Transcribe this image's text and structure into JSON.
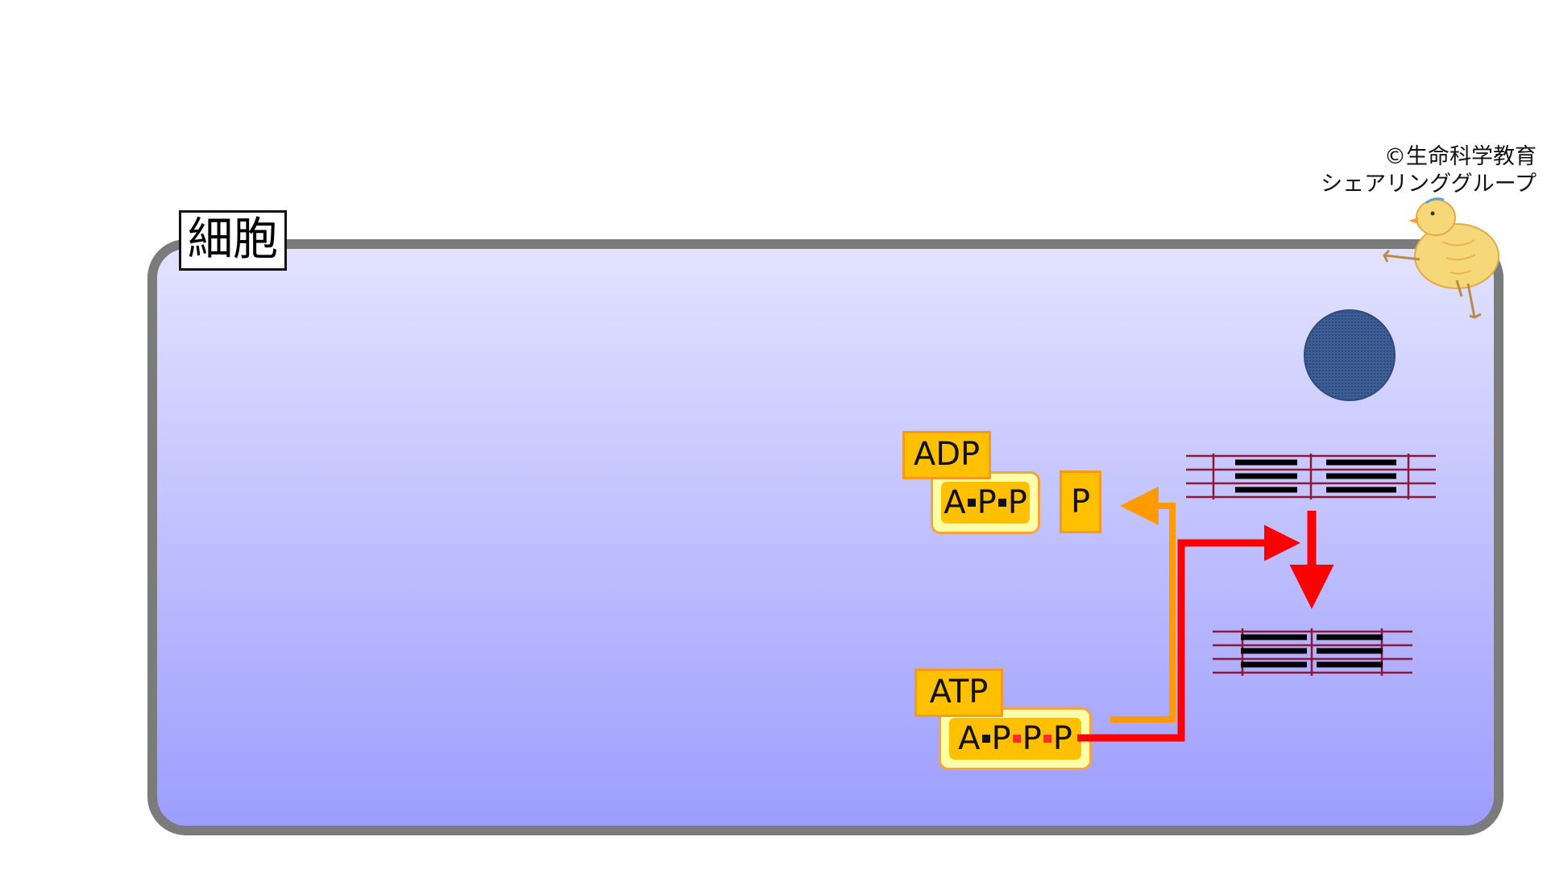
{
  "cell": {
    "label": "細胞"
  },
  "credit": {
    "line1": "©生命科学教育",
    "line2": "シェアリンググループ"
  },
  "adp": {
    "label": "ADP",
    "a": "A",
    "p1": "P",
    "p2": "P"
  },
  "atp": {
    "label": "ATP",
    "a": "A",
    "p1": "P",
    "p2": "P",
    "p3": "P"
  },
  "phosphate": {
    "label": "P"
  },
  "colors": {
    "arrow_orange": "#ff9a00",
    "arrow_red": "#ff0000",
    "myofiber": "#8b1a3a",
    "nucleus": "#3d5f98"
  }
}
